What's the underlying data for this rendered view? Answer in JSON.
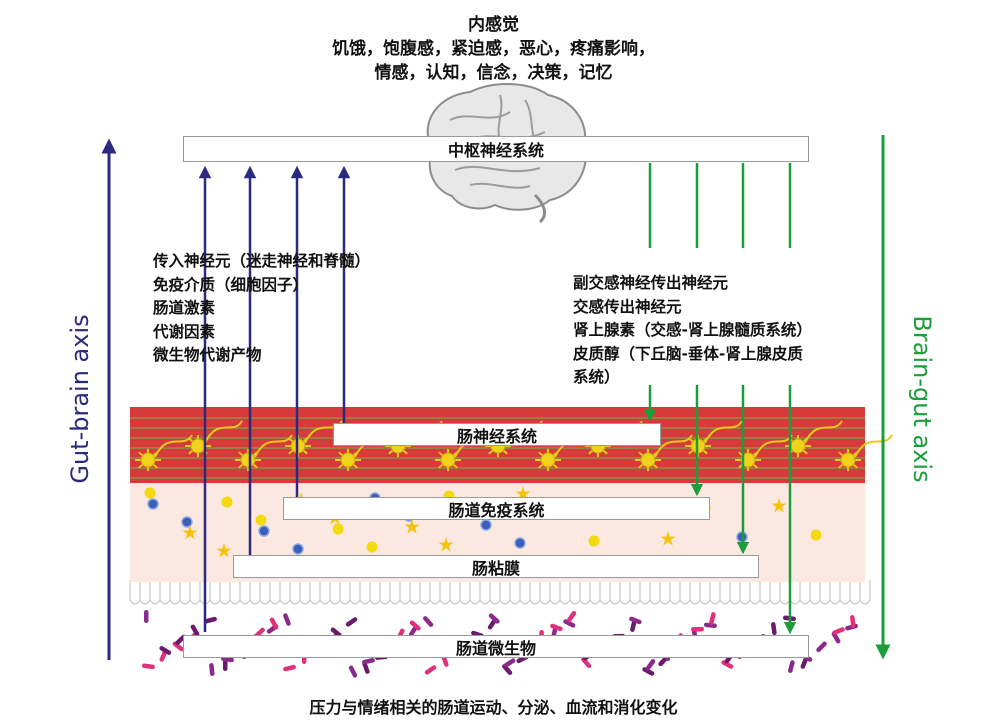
{
  "header": {
    "title": "内感觉",
    "line1": "饥饿，饱腹感，紧迫感，恶心，疼痛影响，",
    "line2": "情感，认知，信念，决策，记忆"
  },
  "boxes": {
    "cns": "中枢神经系统",
    "enteric": "肠神经系统",
    "immune": "肠道免疫系统",
    "mucosa": "肠粘膜",
    "microbiota": "肠道微生物"
  },
  "left_list": [
    "传入神经元（迷走神经和脊髓）",
    "免疫介质（细胞因子）",
    "肠道激素",
    "代谢因素",
    "微生物代谢产物"
  ],
  "right_list": [
    "副交感神经传出神经元",
    "交感传出神经元",
    "肾上腺素（交感-肾上腺髓质系统）",
    "皮质醇（下丘脑-垂体-肾上腺皮质",
    "系统）"
  ],
  "axes": {
    "left": "Gut-brain axis",
    "right": "Brain-gut axis"
  },
  "footer": "压力与情绪相关的肠道运动、分泌、血流和消化变化",
  "colors": {
    "afferent": "#2b2a7e",
    "efferent": "#1a9e3a",
    "enteric_band": "#d63a3a",
    "immune_band": "#fbe8e0",
    "microbe_purple": "#8a2a8a",
    "microbe_pink": "#e0307a"
  }
}
